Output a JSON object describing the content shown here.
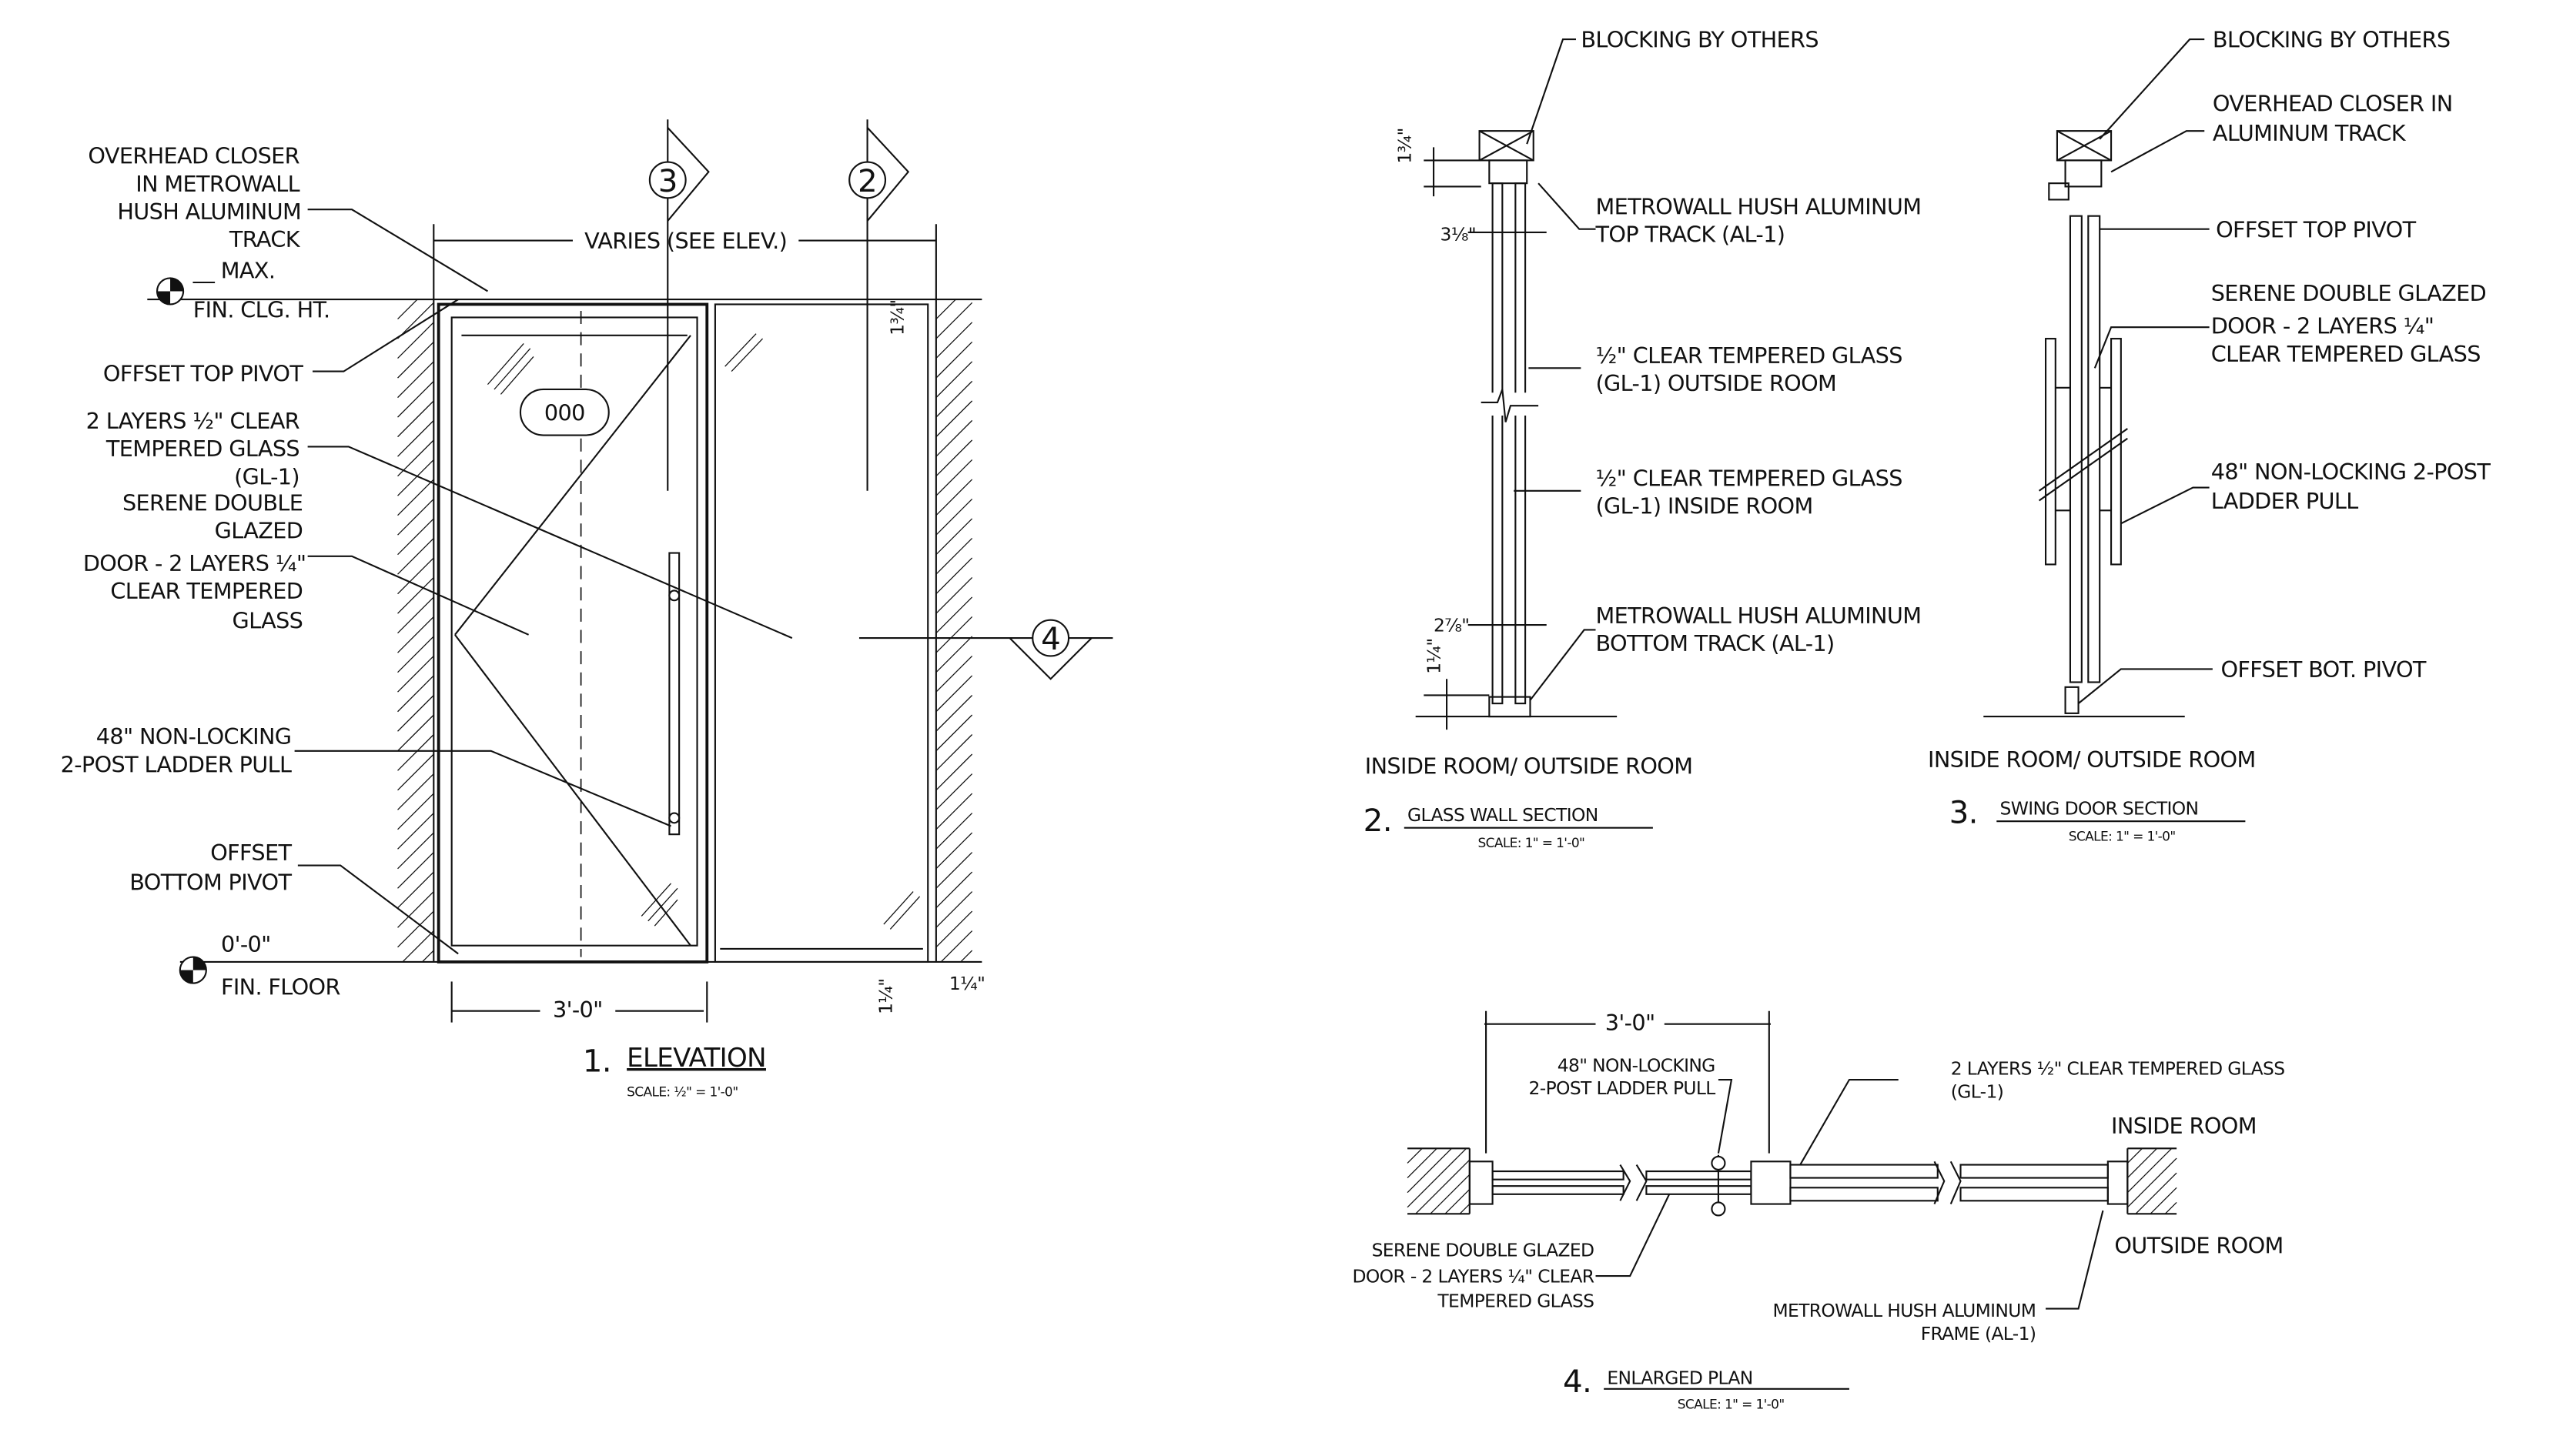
{
  "elevation": {
    "labels": {
      "closer": [
        "OVERHEAD CLOSER",
        "IN METROWALL",
        "HUSH ALUMINUM",
        "TRACK"
      ],
      "max": "__ MAX.",
      "ceiling": "FIN. CLG. HT.",
      "top_pivot": "OFFSET TOP PIVOT",
      "glass": [
        "2 LAYERS ½\" CLEAR",
        "TEMPERED GLASS",
        "(GL-1)",
        "SERENE DOUBLE",
        "GLAZED"
      ],
      "door": [
        "DOOR - 2 LAYERS ¼\"",
        "CLEAR TEMPERED",
        "GLASS"
      ],
      "pull": [
        "48\" NON-LOCKING",
        "2-POST LADDER PULL"
      ],
      "bottom_pivot": [
        "OFFSET",
        "BOTTOM PIVOT"
      ],
      "floor_elev": "0'-0\"",
      "floor": "FIN. FLOOR",
      "varies": "VARIES (SEE ELEV.)",
      "door_tag": "000",
      "dim_top": "1¾\"",
      "dim_width": "3'-0\"",
      "dim_bot1": "1¼\"",
      "dim_bot2": "1¼\""
    },
    "tags": {
      "section_3": "3",
      "section_2": "2",
      "plan_4": "4"
    },
    "title_number": "1.",
    "title": "ELEVATION",
    "scale": "SCALE:   ½\" = 1'-0\""
  },
  "glass_wall_section": {
    "labels": {
      "blocking": "BLOCKING BY OTHERS",
      "top_track": [
        "METROWALL HUSH ALUMINUM",
        "TOP TRACK (AL-1)"
      ],
      "glass_out": [
        "½\" CLEAR TEMPERED GLASS",
        "(GL-1) OUTSIDE ROOM"
      ],
      "glass_in": [
        "½\" CLEAR TEMPERED GLASS",
        "(GL-1) INSIDE ROOM"
      ],
      "bottom_track": [
        "METROWALL HUSH ALUMINUM",
        "BOTTOM TRACK (AL-1)"
      ],
      "dim_a": "1¾\"",
      "dim_b": "3⅛\"",
      "dim_c": "2⅞\"",
      "dim_d": "1¼\"",
      "rooms": "INSIDE ROOM/ OUTSIDE ROOM"
    },
    "title_number": "2.",
    "title": "GLASS WALL SECTION",
    "scale": "SCALE:    1\" = 1'-0\""
  },
  "swing_door_section": {
    "labels": {
      "blocking": "BLOCKING BY OTHERS",
      "closer": [
        "OVERHEAD CLOSER IN",
        "ALUMINUM TRACK"
      ],
      "top_pivot": "OFFSET TOP PIVOT",
      "door": [
        "SERENE DOUBLE GLAZED",
        "DOOR - 2 LAYERS ¼\"",
        "CLEAR TEMPERED GLASS"
      ],
      "pull": [
        "48\" NON-LOCKING 2-POST",
        "LADDER PULL"
      ],
      "bot_pivot": "OFFSET BOT. PIVOT",
      "rooms": "INSIDE ROOM/ OUTSIDE ROOM"
    },
    "title_number": "3.",
    "title": "SWING DOOR SECTION",
    "scale": "SCALE:    1\" = 1'-0\""
  },
  "enlarged_plan": {
    "labels": {
      "dim_width": "3'-0\"",
      "pull": [
        "48\" NON-LOCKING",
        "2-POST LADDER PULL"
      ],
      "glass": [
        "2 LAYERS ½\" CLEAR TEMPERED GLASS",
        "(GL-1)"
      ],
      "inside": "INSIDE ROOM",
      "outside": "OUTSIDE ROOM",
      "door": [
        "SERENE DOUBLE GLAZED",
        "DOOR - 2 LAYERS ¼\" CLEAR",
        "TEMPERED GLASS"
      ],
      "frame": [
        "METROWALL HUSH ALUMINUM",
        "FRAME (AL-1)"
      ]
    },
    "title_number": "4.",
    "title": "ENLARGED PLAN",
    "scale": "SCALE:    1\" = 1'-0\""
  }
}
